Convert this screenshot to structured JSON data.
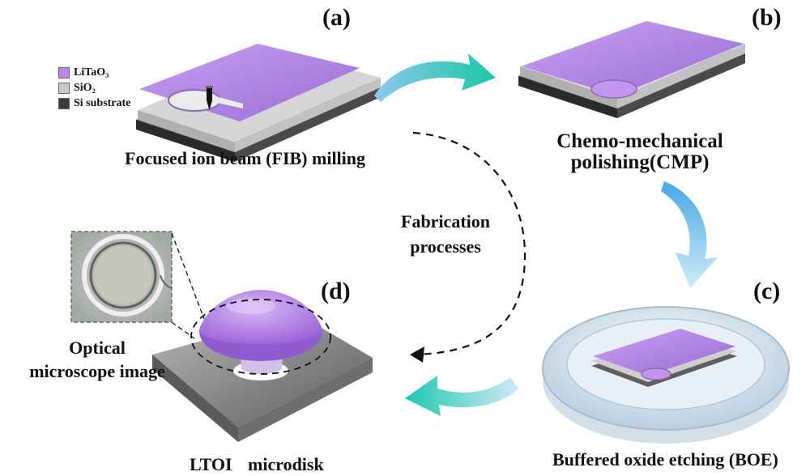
{
  "panels": {
    "a": {
      "label": "(a)",
      "caption": "Focused ion beam (FIB) milling"
    },
    "b": {
      "label": "(b)",
      "caption_line1": "Chemo-mechanical",
      "caption_line2": "polishing(CMP)"
    },
    "c": {
      "label": "(c)",
      "caption": "Buffered oxide etching (BOE)"
    },
    "d": {
      "label": "(d)",
      "caption_left": "LTOI",
      "caption_right": "microdisk"
    }
  },
  "legend": [
    {
      "label": "LiTaO₃",
      "color": "#b989e8"
    },
    {
      "label": "SiO₂",
      "color": "#c8c8c8"
    },
    {
      "label": "Si substrate",
      "color": "#3a3a3a"
    }
  ],
  "center": {
    "line1": "Fabrication",
    "line2": "processes"
  },
  "inset": {
    "line1": "Optical",
    "line2": "microscope image"
  },
  "colors": {
    "litao3": "#b989e8",
    "sio2": "#c8c8c8",
    "substrate": "#3a3a3a",
    "arrow_start": "#7fc3ec",
    "arrow_end": "#19c9a6"
  }
}
